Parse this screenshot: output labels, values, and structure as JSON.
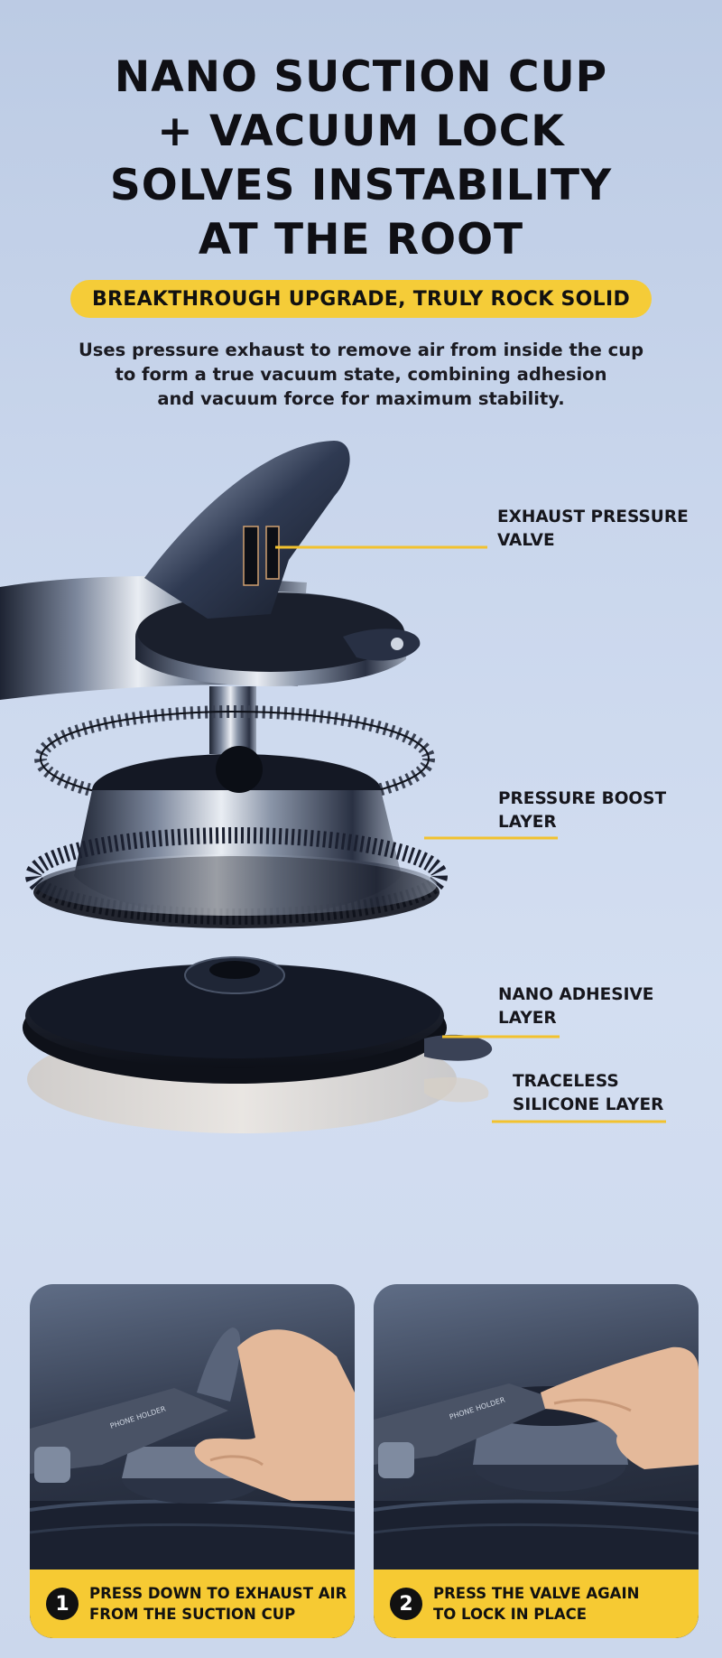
{
  "headline": {
    "lines": [
      "NANO SUCTION CUP",
      "+ VACUUM LOCK",
      "SOLVES INSTABILITY",
      "AT THE ROOT"
    ]
  },
  "tagline": "BREAKTHROUGH UPGRADE, TRULY ROCK SOLID",
  "description": {
    "lines": [
      "Uses pressure exhaust to remove air from inside the cup",
      "to form a true vacuum state, combining adhesion",
      "and vacuum force for maximum stability."
    ]
  },
  "callouts": [
    {
      "line1": "EXHAUST PRESSURE",
      "line2": "VALVE"
    },
    {
      "line1": "PRESSURE BOOST",
      "line2": "LAYER"
    },
    {
      "line1": "NANO ADHESIVE",
      "line2": "LAYER"
    },
    {
      "line1": "TRACELESS",
      "line2": "SILICONE LAYER"
    }
  ],
  "steps": [
    {
      "number": "1",
      "line1": "PRESS DOWN TO EXHAUST AIR",
      "line2": "FROM THE SUCTION CUP",
      "device_label": "PHONE HOLDER"
    },
    {
      "number": "2",
      "line1": "PRESS THE VALVE AGAIN",
      "line2": "TO LOCK IN PLACE",
      "device_label": "PHONE HOLDER"
    }
  ],
  "colors": {
    "accent": "#f5cc38",
    "leader": "#f2c22e",
    "text": "#111111"
  }
}
